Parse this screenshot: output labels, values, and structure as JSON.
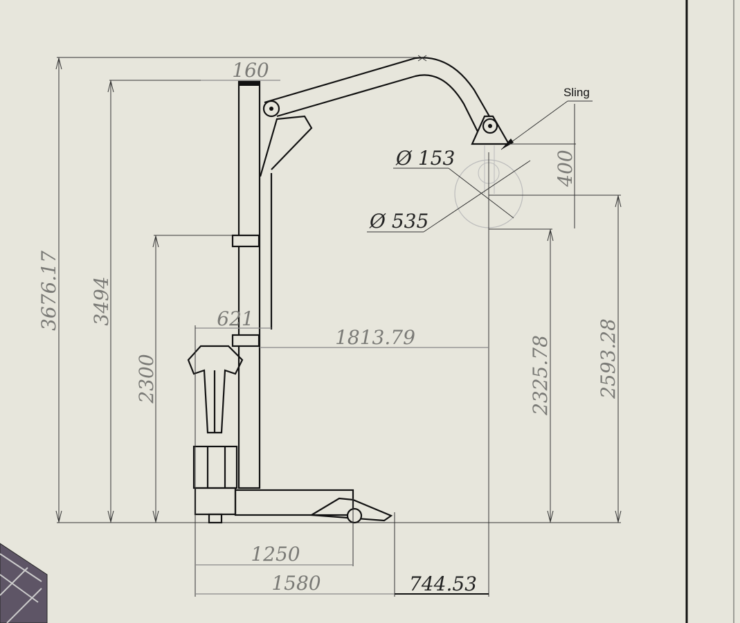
{
  "drawing": {
    "labels": {
      "sling": "Sling"
    },
    "dimensions": {
      "overall_height": "3676.17",
      "mast_height": "3494",
      "collar_height": "2300",
      "mast_width": "160",
      "handle_offset": "621",
      "boom_reach": "1813.79",
      "hook_height_low": "2325.78",
      "hook_height_high": "2593.28",
      "sling_drop": "400",
      "diameter_small": "Ø 153",
      "diameter_large": "Ø 535",
      "wheelbase": "1250",
      "base_length": "1580",
      "overhang": "744.53"
    },
    "colors": {
      "background": "#e7e6dc",
      "line": "#111111",
      "dimension_text": "#7a7a76"
    }
  }
}
